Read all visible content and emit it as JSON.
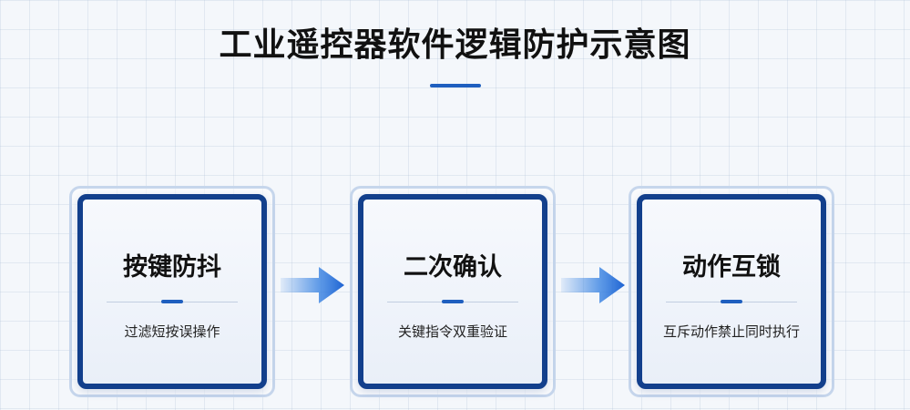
{
  "title": "工业遥控器软件逻辑防护示意图",
  "cards": [
    {
      "heading": "按键防抖",
      "description": "过滤短按误操作"
    },
    {
      "heading": "二次确认",
      "description": "关键指令双重验证"
    },
    {
      "heading": "动作互锁",
      "description": "互斥动作禁止同时执行"
    }
  ],
  "colors": {
    "card_border": "#123f8c",
    "accent": "#1f5fbf",
    "arrow": "#2f7de1"
  }
}
